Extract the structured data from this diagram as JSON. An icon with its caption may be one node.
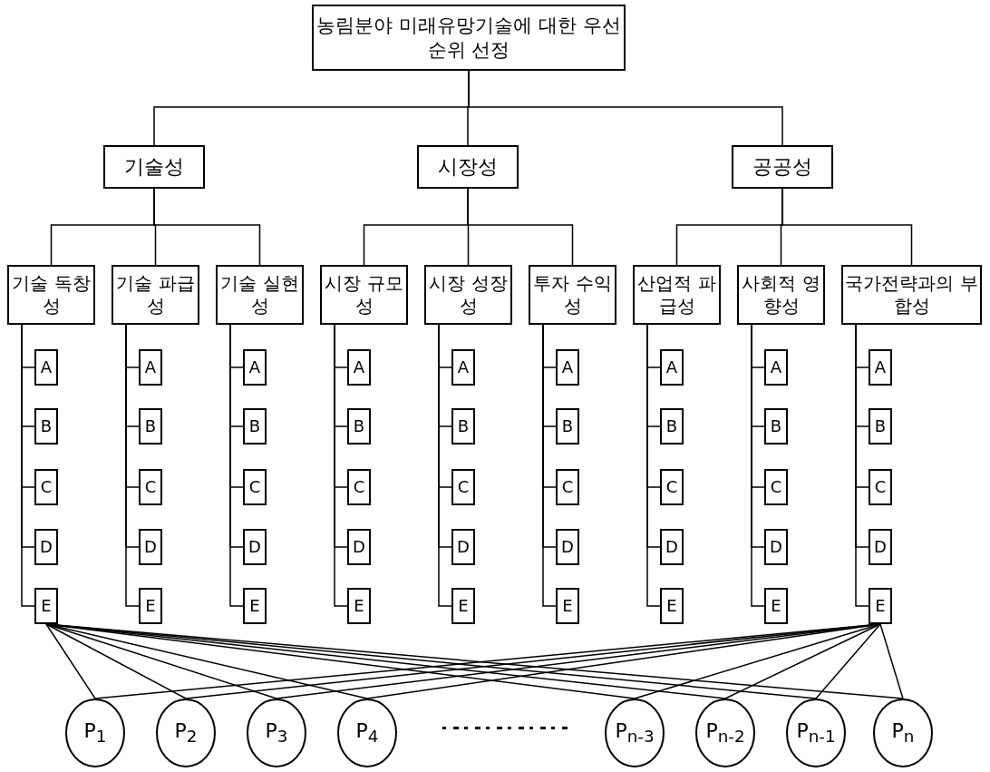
{
  "diagram": {
    "nodes": [
      {
        "text": [
          "농림분야 미래유망기술에 대한 우선순위 선정"
        ]
      },
      {
        "text": [
          "기술성"
        ]
      },
      {
        "text": [
          "시장성"
        ]
      },
      {
        "text": [
          "공공성"
        ]
      },
      {
        "text": [
          "기술 독창성"
        ]
      },
      {
        "text": [
          "기술 파급성"
        ]
      },
      {
        "text": [
          "기술 실현성"
        ]
      },
      {
        "text": [
          "시장 규모성"
        ]
      },
      {
        "text": [
          "시장 성장성"
        ]
      },
      {
        "text": [
          "투자 수익성"
        ]
      },
      {
        "text": [
          "산업적 파급성"
        ]
      },
      {
        "text": [
          "사회적 영향성"
        ]
      },
      {
        "text": [
          "국가전략과의 부합성"
        ]
      },
      {
        "text": [
          "A"
        ]
      },
      {
        "text": [
          "B"
        ]
      },
      {
        "text": [
          "C"
        ]
      },
      {
        "text": [
          "D"
        ]
      },
      {
        "text": [
          "E"
        ]
      },
      {
        "text": [
          "A"
        ]
      },
      {
        "text": [
          "B"
        ]
      },
      {
        "text": [
          "C"
        ]
      },
      {
        "text": [
          "D"
        ]
      },
      {
        "text": [
          "E"
        ]
      },
      {
        "text": [
          "A"
        ]
      },
      {
        "text": [
          "B"
        ]
      },
      {
        "text": [
          "C"
        ]
      },
      {
        "text": [
          "D"
        ]
      },
      {
        "text": [
          "E"
        ]
      },
      {
        "text": [
          "A"
        ]
      },
      {
        "text": [
          "B"
        ]
      },
      {
        "text": [
          "C"
        ]
      },
      {
        "text": [
          "D"
        ]
      },
      {
        "text": [
          "E"
        ]
      },
      {
        "text": [
          "A"
        ]
      },
      {
        "text": [
          "B"
        ]
      },
      {
        "text": [
          "C"
        ]
      },
      {
        "text": [
          "D"
        ]
      },
      {
        "text": [
          "E"
        ]
      },
      {
        "text": [
          "A"
        ]
      },
      {
        "text": [
          "B"
        ]
      },
      {
        "text": [
          "C"
        ]
      },
      {
        "text": [
          "D"
        ]
      },
      {
        "text": [
          "E"
        ]
      },
      {
        "text": [
          "A"
        ]
      },
      {
        "text": [
          "B"
        ]
      },
      {
        "text": [
          "C"
        ]
      },
      {
        "text": [
          "D"
        ]
      },
      {
        "text": [
          "E"
        ]
      },
      {
        "text": [
          "A"
        ]
      },
      {
        "text": [
          "B"
        ]
      },
      {
        "text": [
          "C"
        ]
      },
      {
        "text": [
          "D"
        ]
      },
      {
        "text": [
          "E"
        ]
      },
      {
        "text": [
          "A"
        ]
      },
      {
        "text": [
          "B"
        ]
      },
      {
        "text": [
          "C"
        ]
      },
      {
        "text": [
          "D"
        ]
      },
      {
        "text": [
          "E"
        ]
      },
      {
        "text": [
          "P$_{1}$"
        ]
      },
      {
        "text": [
          "P$_{2}$"
        ]
      },
      {
        "text": [
          "P$_{3}$"
        ]
      },
      {
        "text": [
          "P$_{4}$"
        ]
      },
      {
        "text": [
          "P$_{n-3}$"
        ]
      },
      {
        "text": [
          "P$_{n-2}$"
        ]
      },
      {
        "text": [
          "P$_{n-1}$"
        ]
      },
      {
        "text": [
          "P$_{n}$"
        ]
      }
    ],
    "edges": [
      {
        "from": 0,
        "to": 1,
        "arrow": "none"
      },
      {
        "from": 0,
        "to": 2,
        "arrow": "none"
      },
      {
        "from": 0,
        "to": 3,
        "arrow": "none"
      },
      {
        "from": 1,
        "to": 4,
        "arrow": "none"
      },
      {
        "from": 1,
        "to": 5,
        "arrow": "none"
      },
      {
        "from": 1,
        "to": 6,
        "arrow": "none"
      },
      {
        "from": 2,
        "to": 7,
        "arrow": "none"
      },
      {
        "from": 2,
        "to": 8,
        "arrow": "none"
      },
      {
        "from": 2,
        "to": 9,
        "arrow": "none"
      },
      {
        "from": 3,
        "to": 10,
        "arrow": "none"
      },
      {
        "from": 3,
        "to": 11,
        "arrow": "none"
      },
      {
        "from": 3,
        "to": 12,
        "arrow": "none"
      },
      {
        "from": 4,
        "to": 13,
        "arrow": "none"
      },
      {
        "from": 4,
        "to": 14,
        "arrow": "none"
      },
      {
        "from": 4,
        "to": 15,
        "arrow": "none"
      },
      {
        "from": 4,
        "to": 16,
        "arrow": "none"
      },
      {
        "from": 4,
        "to": 17,
        "arrow": "none"
      },
      {
        "from": 5,
        "to": 18,
        "arrow": "none"
      },
      {
        "from": 5,
        "to": 19,
        "arrow": "none"
      },
      {
        "from": 5,
        "to": 20,
        "arrow": "none"
      },
      {
        "from": 5,
        "to": 21,
        "arrow": "none"
      },
      {
        "from": 5,
        "to": 22,
        "arrow": "none"
      },
      {
        "from": 6,
        "to": 23,
        "arrow": "none"
      },
      {
        "from": 6,
        "to": 24,
        "arrow": "none"
      },
      {
        "from": 6,
        "to": 25,
        "arrow": "none"
      },
      {
        "from": 6,
        "to": 26,
        "arrow": "none"
      },
      {
        "from": 6,
        "to": 27,
        "arrow": "none"
      },
      {
        "from": 7,
        "to": 28,
        "arrow": "none"
      },
      {
        "from": 7,
        "to": 29,
        "arrow": "none"
      },
      {
        "from": 7,
        "to": 30,
        "arrow": "none"
      },
      {
        "from": 7,
        "to": 31,
        "arrow": "none"
      },
      {
        "from": 7,
        "to": 32,
        "arrow": "none"
      },
      {
        "from": 8,
        "to": 33,
        "arrow": "none"
      },
      {
        "from": 8,
        "to": 34,
        "arrow": "none"
      },
      {
        "from": 8,
        "to": 35,
        "arrow": "none"
      },
      {
        "from": 8,
        "to": 36,
        "arrow": "none"
      },
      {
        "from": 8,
        "to": 37,
        "arrow": "none"
      },
      {
        "from": 9,
        "to": 38,
        "arrow": "none"
      },
      {
        "from": 9,
        "to": 39,
        "arrow": "none"
      },
      {
        "from": 9,
        "to": 40,
        "arrow": "none"
      },
      {
        "from": 9,
        "to": 41,
        "arrow": "none"
      },
      {
        "from": 9,
        "to": 42,
        "arrow": "none"
      },
      {
        "from": 10,
        "to": 43,
        "arrow": "none"
      },
      {
        "from": 10,
        "to": 44,
        "arrow": "none"
      },
      {
        "from": 10,
        "to": 45,
        "arrow": "none"
      },
      {
        "from": 10,
        "to": 46,
        "arrow": "none"
      },
      {
        "from": 10,
        "to": 47,
        "arrow": "none"
      },
      {
        "from": 11,
        "to": 48,
        "arrow": "none"
      },
      {
        "from": 11,
        "to": 49,
        "arrow": "none"
      },
      {
        "from": 11,
        "to": 50,
        "arrow": "none"
      },
      {
        "from": 11,
        "to": 51,
        "arrow": "none"
      },
      {
        "from": 11,
        "to": 52,
        "arrow": "none"
      },
      {
        "from": 12,
        "to": 53,
        "arrow": "none"
      },
      {
        "from": 12,
        "to": 54,
        "arrow": "none"
      },
      {
        "from": 12,
        "to": 55,
        "arrow": "none"
      },
      {
        "from": 12,
        "to": 56,
        "arrow": "none"
      },
      {
        "from": 12,
        "to": 57,
        "arrow": "none"
      },
      {
        "from": 17,
        "to": 58,
        "arrow": "none"
      },
      {
        "from": 17,
        "to": 59,
        "arrow": "none"
      },
      {
        "from": 17,
        "to": 60,
        "arrow": "none"
      },
      {
        "from": 17,
        "to": 61,
        "arrow": "none"
      },
      {
        "from": 17,
        "to": 62,
        "arrow": "none"
      },
      {
        "from": 17,
        "to": 63,
        "arrow": "none"
      },
      {
        "from": 17,
        "to": 64,
        "arrow": "none"
      },
      {
        "from": 17,
        "to": 65,
        "arrow": "none"
      },
      {
        "from": 57,
        "to": 58,
        "arrow": "none"
      },
      {
        "from": 57,
        "to": 59,
        "arrow": "none"
      },
      {
        "from": 57,
        "to": 60,
        "arrow": "none"
      },
      {
        "from": 57,
        "to": 61,
        "arrow": "none"
      },
      {
        "from": 57,
        "to": 62,
        "arrow": "none"
      },
      {
        "from": 57,
        "to": 63,
        "arrow": "none"
      },
      {
        "from": 57,
        "to": 64,
        "arrow": "none"
      },
      {
        "from": 57,
        "to": 65,
        "arrow": "none"
      }
    ]
  }
}
